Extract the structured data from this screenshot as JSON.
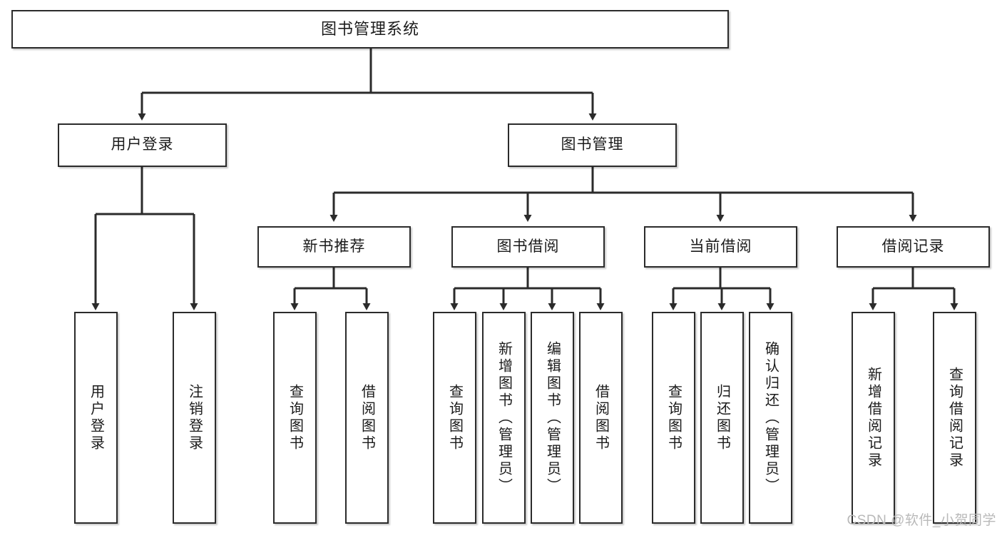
{
  "diagram": {
    "type": "tree-hierarchy",
    "title": "图书管理系统",
    "colors": {
      "line": "#2b2b2b",
      "box_border": "#2b2b2b",
      "box_fill": "#ffffff",
      "text": "#1b1b1b",
      "watermark": "#b9b9b9",
      "background": "#ffffff"
    },
    "root": {
      "label": "图书管理系统"
    },
    "level2": [
      {
        "label": "用户登录"
      },
      {
        "label": "图书管理"
      }
    ],
    "level3": [
      {
        "label": "新书推荐"
      },
      {
        "label": "图书借阅"
      },
      {
        "label": "当前借阅"
      },
      {
        "label": "借阅记录"
      }
    ],
    "leaves": {
      "user_login": [
        {
          "label": "用户登录"
        },
        {
          "label": "注销登录"
        }
      ],
      "new_book_recommend": [
        {
          "label": "查询图书"
        },
        {
          "label": "借阅图书"
        }
      ],
      "book_borrow": [
        {
          "label": "查询图书"
        },
        {
          "label": "新增图书（管理员）"
        },
        {
          "label": "编辑图书（管理员）"
        },
        {
          "label": "借阅图书"
        }
      ],
      "current_borrow": [
        {
          "label": "查询图书"
        },
        {
          "label": "归还图书"
        },
        {
          "label": "确认归还（管理员）"
        }
      ],
      "borrow_record": [
        {
          "label": "新增借阅记录"
        },
        {
          "label": "查询借阅记录"
        }
      ]
    }
  },
  "watermark": {
    "text": "CSDN @软件_小贺同学"
  }
}
